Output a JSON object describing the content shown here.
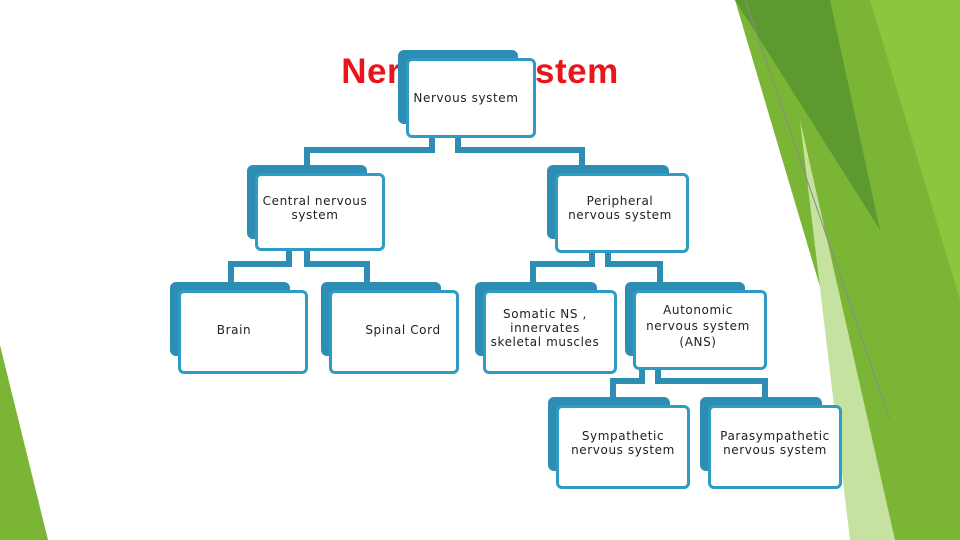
{
  "title": "Nervous system",
  "colors": {
    "title": "#e8161b",
    "node_border": "#2e9cc4",
    "node_shadow": "#2e8db3",
    "connector": "#2e8db3",
    "accent_green": "#7ab536"
  },
  "diagram": {
    "root": "Nervous system",
    "cns": "Central nervous system",
    "pns": "Peripheral nervous system",
    "brain": "Brain",
    "spinal_cord": "Spinal Cord",
    "somatic": "Somatic NS , innervates skeletal muscles",
    "autonomic": "Autonomic nervous system (ANS)",
    "sympathetic": "Sympathetic nervous system",
    "parasympathetic": "Parasympathetic nervous system"
  }
}
